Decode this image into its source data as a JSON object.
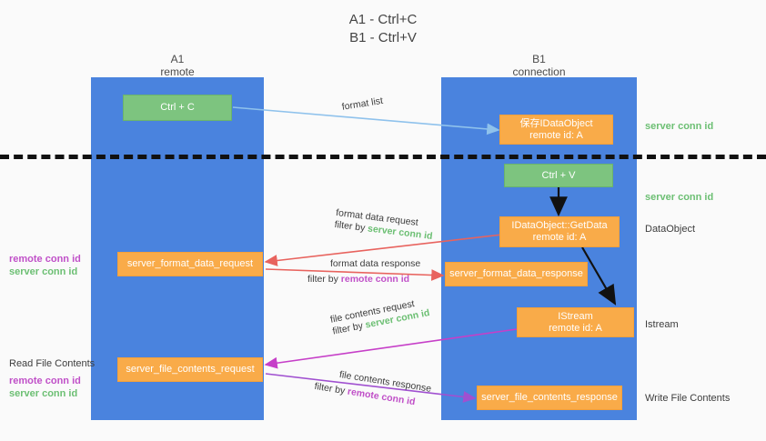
{
  "title": {
    "line1": "A1 - Ctrl+C",
    "line2": "B1 - Ctrl+V"
  },
  "lanes": [
    {
      "id": "A1",
      "name": "A1",
      "subtitle": "remote"
    },
    {
      "id": "B1",
      "name": "B1",
      "subtitle": "connection"
    }
  ],
  "boxes": {
    "ctrl_c": {
      "label": "Ctrl + C"
    },
    "save_dataobject": {
      "line1": "保存IDataObject",
      "line2": "remote id: A"
    },
    "ctrl_v": {
      "label": "Ctrl + V"
    },
    "getdata": {
      "line1": "IDataObject::GetData",
      "line2": "remote id: A"
    },
    "format_data_request": {
      "label": "server_format_data_request"
    },
    "format_data_response": {
      "label": "server_format_data_response"
    },
    "istream": {
      "line1": "IStream",
      "line2": "remote id: A"
    },
    "file_contents_request": {
      "label": "server_file_contents_request"
    },
    "file_contents_response": {
      "label": "server_file_contents_response"
    }
  },
  "edges": {
    "format_list": {
      "label": "format list"
    },
    "format_data_request": {
      "label": "format data request",
      "filter_prefix": "filter by ",
      "filter_key": "server conn id"
    },
    "format_data_response": {
      "label": "format data response",
      "filter_prefix": "filter by ",
      "filter_key": "remote conn id"
    },
    "file_contents_request": {
      "label": "file contents request",
      "filter_prefix": "filter by ",
      "filter_key": "server conn id"
    },
    "file_contents_response": {
      "label": "file contents response",
      "filter_prefix": "filter by ",
      "filter_key": "remote conn id"
    }
  },
  "annotations": {
    "right_server_conn_id_top": "server conn id",
    "right_server_conn_id_mid": "server conn id",
    "right_dataobject": "DataObject",
    "right_istream": "Istream",
    "right_write_file_contents": "Write File Contents",
    "left_remote_conn_id_1": "remote conn id",
    "left_server_conn_id_1": "server conn id",
    "left_read_file_contents": "Read File Contents",
    "left_remote_conn_id_2": "remote conn id",
    "left_server_conn_id_2": "server conn id"
  },
  "colors": {
    "lane": "#4a83de",
    "green_box": "#7dc47f",
    "orange_box": "#f9ab49",
    "background": "#fafafa",
    "arrow_light_blue": "#8fc2ec",
    "arrow_red": "#e8635e",
    "arrow_magenta": "#c63fc8",
    "arrow_purple": "#a050d0",
    "arrow_black": "#111111",
    "green_text": "#6cbf73",
    "purple_text": "#c050c8"
  }
}
